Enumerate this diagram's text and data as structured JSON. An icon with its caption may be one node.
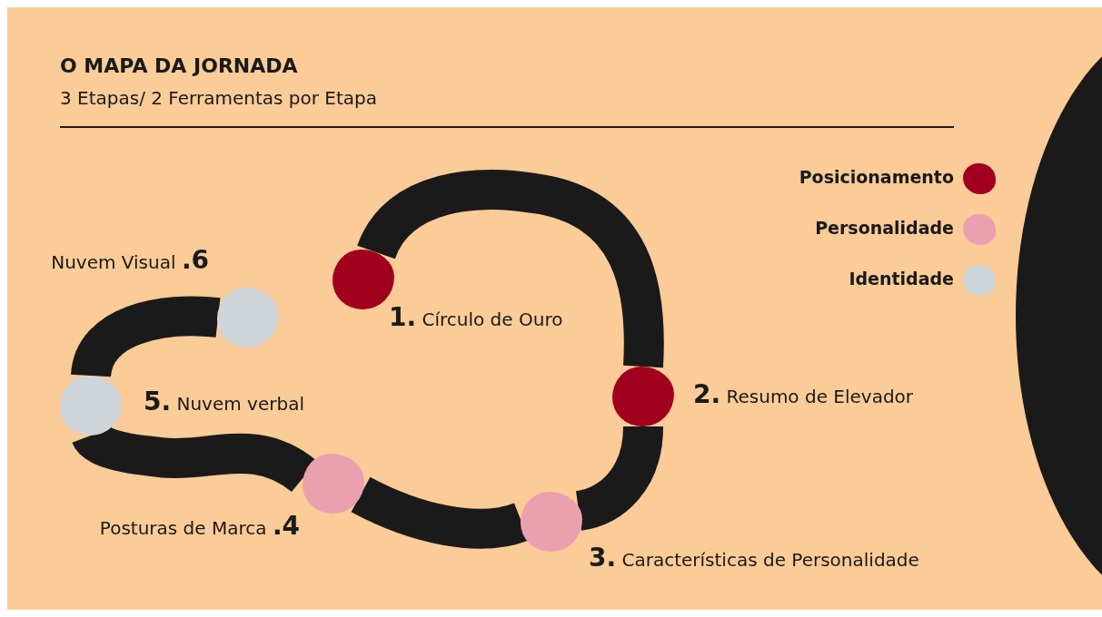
{
  "diagram": {
    "title": "O MAPA DA JORNADA",
    "nodes": [
      {
        "text": [],
        "shape": "circle",
        "beside": [
          "**1.** Círculo de Ouro"
        ]
      },
      {
        "text": [],
        "shape": "circle",
        "beside": [
          "**2.** Resumo de Elevador"
        ]
      },
      {
        "text": [],
        "shape": "circle",
        "beside": [
          "**3.** Características de Personalidade"
        ]
      },
      {
        "text": [],
        "shape": "circle",
        "beside": [
          "Posturas de Marca **.4**"
        ]
      },
      {
        "text": [],
        "shape": "circle",
        "beside": [
          "**5.** Nuvem verbal"
        ]
      },
      {
        "text": [],
        "shape": "circle",
        "beside": [
          "Nuvem Visual **.6**"
        ]
      }
    ],
    "edges": [
      {
        "from": 0,
        "to": 1,
        "arrow": "none"
      },
      {
        "from": 1,
        "to": 2,
        "arrow": "none"
      },
      {
        "from": 2,
        "to": 3,
        "arrow": "none"
      },
      {
        "from": 3,
        "to": 4,
        "arrow": "none"
      },
      {
        "from": 4,
        "to": 5,
        "arrow": "none"
      }
    ],
    "labels": [
      "3 Etapas/ 2 Ferramentas por Etapa"
    ],
    "legend": [
      {
        "text": "Posicionamento",
        "color": "#a0001e"
      },
      {
        "text": "Personalidade",
        "color": "#eba0b0"
      },
      {
        "text": "Identidade",
        "color": "#d0d5da"
      }
    ]
  }
}
